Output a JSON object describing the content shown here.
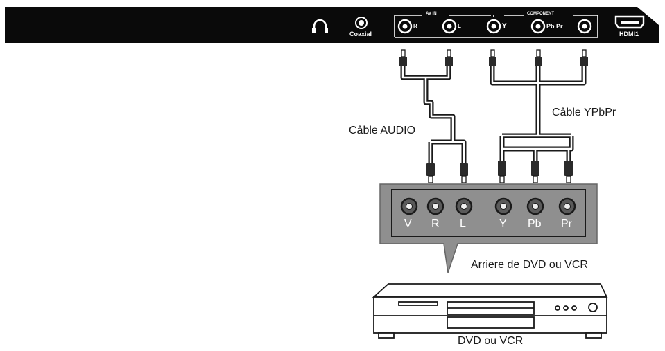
{
  "tv_panel": {
    "coaxial_label": "Coaxial",
    "av_in_label": "AV IN",
    "component_label": "COMPONENT",
    "av_r_label": "R",
    "av_l_label": "L",
    "y_label": "Y",
    "pbpr_label": "Pb Pr",
    "hdmi_label": "HDMI1"
  },
  "cables": {
    "audio_label": "Câble AUDIO",
    "ypbpr_label": "Câble YPbPr"
  },
  "device_panel": {
    "jacks": [
      "V",
      "R",
      "L",
      "Y",
      "Pb",
      "Pr"
    ],
    "caption": "Arriere de DVD ou VCR"
  },
  "device": {
    "label": "DVD ou VCR"
  },
  "colors": {
    "bar": "#0a0a0a",
    "panel": "#8f8f8f",
    "line": "#1a1a1a"
  }
}
